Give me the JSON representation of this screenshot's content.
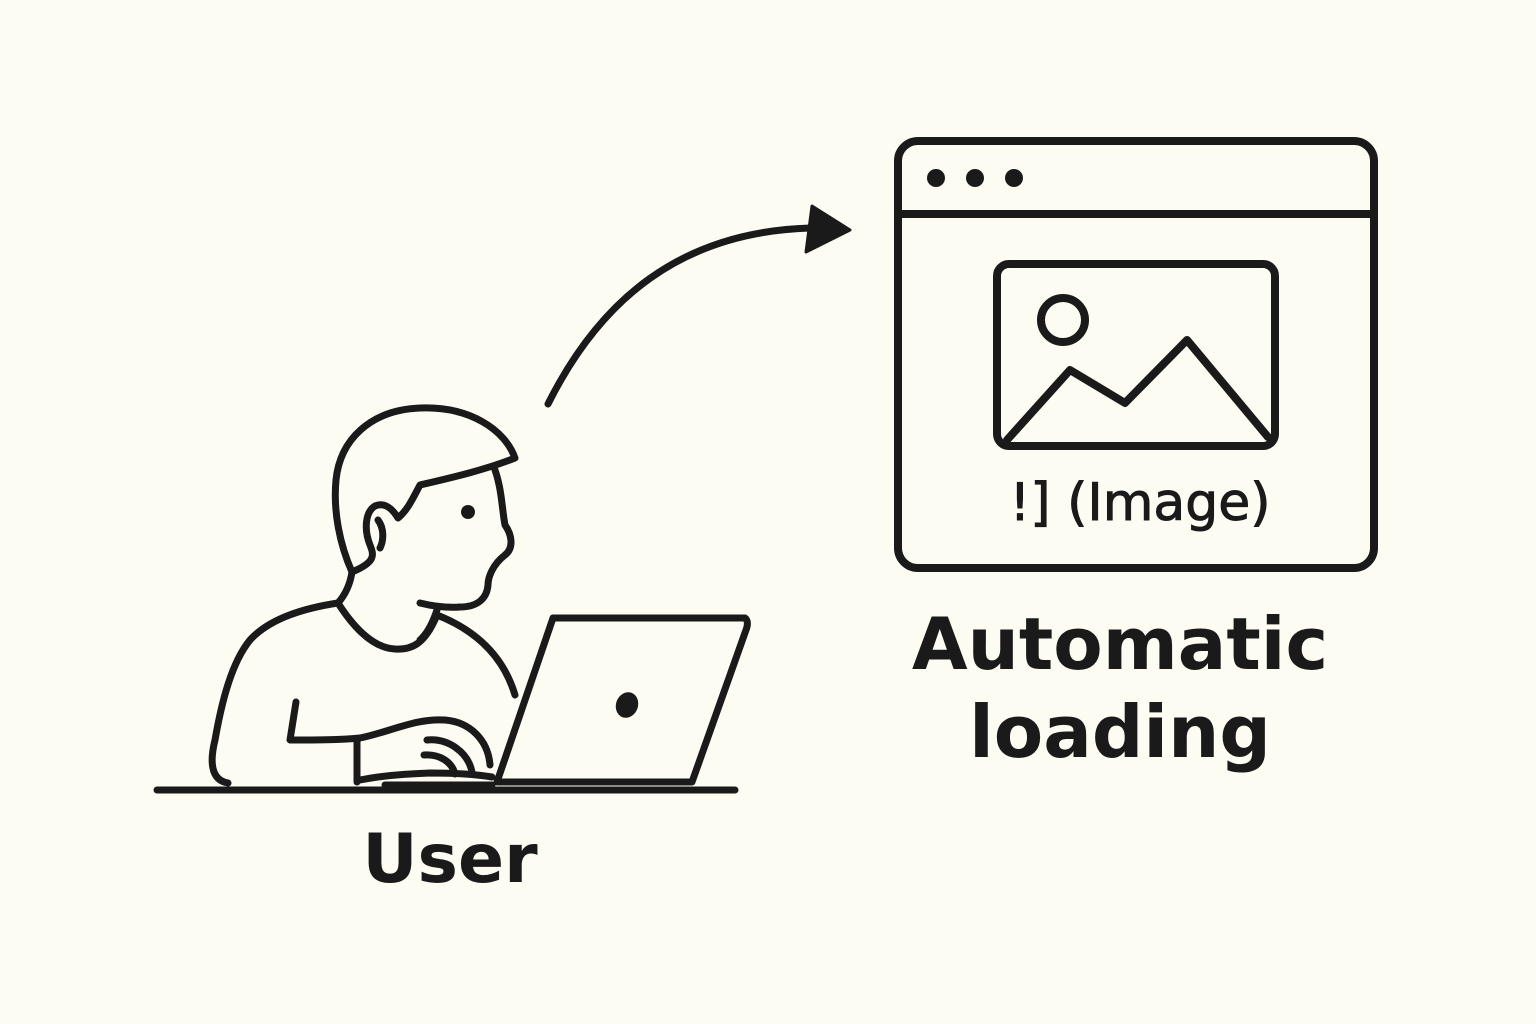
{
  "colors": {
    "background": "#fdfcf3",
    "stroke": "#1a1a1a"
  },
  "user": {
    "label": "User",
    "icon": "person-at-laptop-icon"
  },
  "browser": {
    "icon": "browser-window-icon",
    "image_icon": "image-placeholder-icon",
    "image_caption": "!] (Image)"
  },
  "destination": {
    "label_line1": "Automatic",
    "label_line2": "loading"
  },
  "arrow": {
    "icon": "curved-arrow-icon"
  }
}
